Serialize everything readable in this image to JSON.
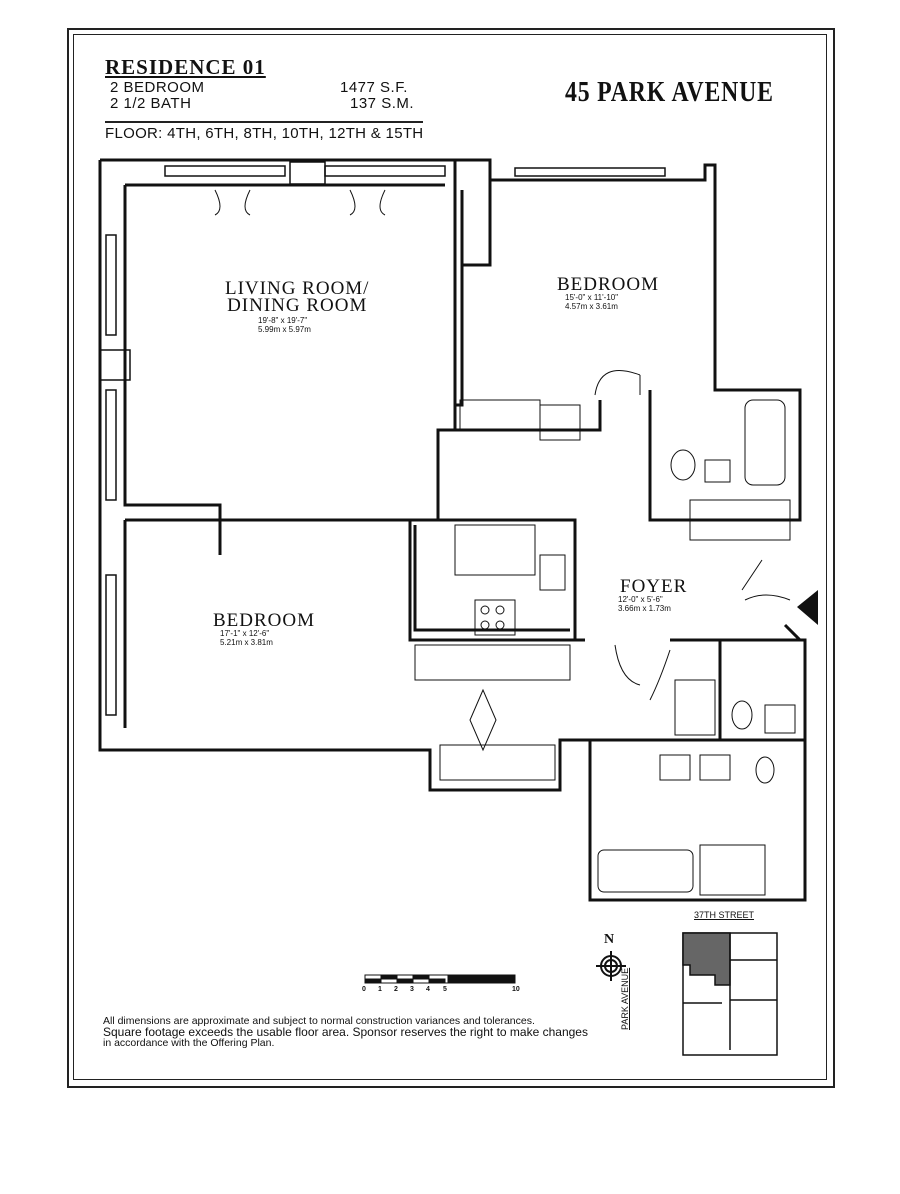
{
  "header": {
    "residence": "RESIDENCE 01",
    "bedrooms": "2 BEDROOM",
    "baths": "2 1/2 BATH",
    "area_sf": "1477 S.F.",
    "area_sm": "137 S.M.",
    "floors": "FLOOR: 4TH, 6TH, 8TH, 10TH, 12TH & 15TH",
    "building": "45 PARK AVENUE"
  },
  "rooms": [
    {
      "name": "LIVING ROOM/",
      "name2": "DINING ROOM",
      "dim_ft": "19'-8\" x 19'-7\"",
      "dim_m": "5.99m x 5.97m"
    },
    {
      "name": "BEDROOM",
      "dim_ft": "15'-0\" x 11'-10\"",
      "dim_m": "4.57m x 3.61m"
    },
    {
      "name": "BEDROOM",
      "dim_ft": "17'-1\" x 12'-6\"",
      "dim_m": "5.21m x 3.81m"
    },
    {
      "name": "FOYER",
      "dim_ft": "12'-0\" x 5'-6\"",
      "dim_m": "3.66m x 1.73m"
    }
  ],
  "scale": {
    "ticks": [
      "0",
      "1",
      "2",
      "3",
      "4",
      "5",
      "10"
    ]
  },
  "compass": {
    "label": "N"
  },
  "keymap": {
    "street": "37TH STREET",
    "avenue": "PARK AVENUE"
  },
  "notes": [
    "All dimensions are approximate and subject to normal construction variances and tolerances.",
    "Square footage exceeds the usable floor area. Sponsor reserves the right to make changes",
    "in accordance with the Offering Plan."
  ]
}
